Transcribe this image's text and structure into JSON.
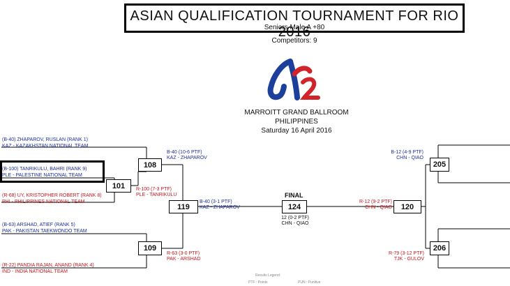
{
  "header": {
    "title": "ASIAN QUALIFICATION TOURNAMENT FOR RIO 2016",
    "division": "Seniors Male A +80",
    "competitors": "Competitors: 9"
  },
  "venue": {
    "line1": "MARROITT GRAND BALLROOM",
    "line2": "PHILIPPINES",
    "line3": "Saturday 16 April 2016"
  },
  "entrants": [
    {
      "name": "(B-40) ZHAPAROV, RUSLAN (RANK 1)",
      "team": "KAZ - KAZAKHSTAN NATIONAL TEAM",
      "side": "blue"
    },
    {
      "name": "(B-100) TANRIKULU, BAHRI (RANK 9)",
      "team": "PLE - PALESTINE  NATIONAL TEAM",
      "side": "blue"
    },
    {
      "name": "(R-68) UY, KRISTOPHER ROBERT (RANK 8)",
      "team": "PHI - PHILIPPINES NATIONAL TEAM",
      "side": "red"
    },
    {
      "name": "(B-63) ARSHAD, ATIEF (RANK 5)",
      "team": "PAK - PAKISTAN TAEKWONDO TEAM",
      "side": "blue"
    },
    {
      "name": "(R-22) PANDIA RAJAN, ANAND (RANK 4)",
      "team": "IND - INDIA NATIONAL TEAM",
      "side": "red"
    }
  ],
  "matches": {
    "m101": "101",
    "m108": "108",
    "m109": "109",
    "m119": "119",
    "m124": "124",
    "m120": "120",
    "m205": "205",
    "m206": "206"
  },
  "results": {
    "r108_score": "B-40 (10-6 PTF)",
    "r108_team": "KAZ - ZHAPAROV",
    "r101_score": "R-100 (7-3 PTF)",
    "r101_team": "PLE - TANRIKULU",
    "r119_score": "B-40 (3-1 PTF)",
    "r119_team": "KAZ - ZHAPAROV",
    "r109_score": "R-63 (3-0 PTF)",
    "r109_team": "PAK - ARSHAD",
    "r124_score": "12 (0-2 PTF)",
    "r124_team": "CHN - QIAO",
    "r120_score": "R-12 (9-2 PTF)",
    "r120_team": "CHN - QIAO",
    "r205_score": "B-12 (4-9 PTF)",
    "r205_team": "CHN - QIAO",
    "r206_score": "R-79 (3-12 PTF)",
    "r206_team": "TJK - GULOV"
  },
  "final_label": "FINAL",
  "legend": {
    "title": "Results Legend:",
    "ptf": "PTF : Points",
    "pun": "PUN : Punitive"
  },
  "colors": {
    "blue": "#1c2e9c",
    "red": "#c8161d"
  }
}
